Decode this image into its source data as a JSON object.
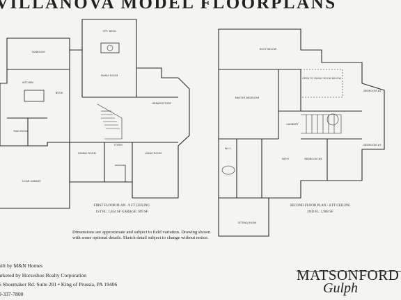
{
  "title": "VILLANOVA MODEL FLOORPLANS",
  "first_floor": {
    "rooms": [
      "SUNROOM",
      "KITCHEN",
      "NOOK",
      "FAMILY ROOM",
      "LIBRARY/STUDY",
      "DINING ROOM",
      "LIVING ROOM",
      "3-CAR GARAGE",
      "MUD ROOM",
      "FOYER",
      "OPT. DECK"
    ],
    "caption": "FIRST FLOOR PLAN - 9 FT CEILING",
    "area": "1ST FL: 1,854 SF GARAGE: 699 SF"
  },
  "second_floor": {
    "rooms": [
      "ROOF BELOW",
      "OPEN TO FAMILY ROOM BELOW",
      "MASTER BEDROOM",
      "BEDROOM #2",
      "BEDROOM #3",
      "BEDROOM #4",
      "SITTING ROOM",
      "BATH",
      "W.I.C.",
      "LAUNDRY"
    ],
    "caption": "SECOND FLOOR PLAN - 8 FT CEILING",
    "area": "2ND FL: 1,900 SF"
  },
  "disclaimer": "Dimensions are approximate and subject to field variation. Drawing shown with some optional details. Sketch detail subject to change without notice.",
  "credits": {
    "line1": "uilt by M&N Homes",
    "line2": "arketed by Horseshoe Realty Corporation",
    "line3": "5 Shoemaker Rd. Suite 201 • King of Prussia, PA 19406",
    "line4": "0-337-7800"
  },
  "brand": {
    "name": "MATSONFORD",
    "sub": "Gulph"
  }
}
